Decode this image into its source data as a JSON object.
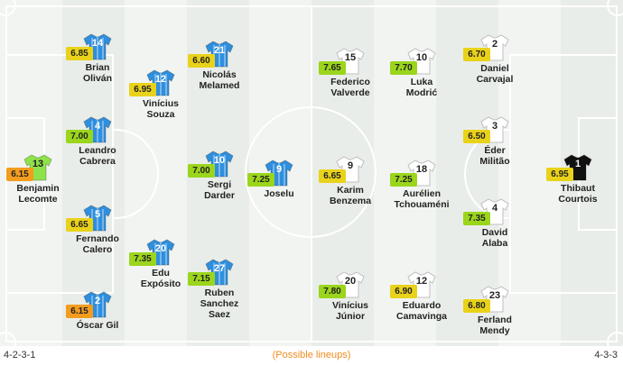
{
  "footer": {
    "formation_home": "4-2-3-1",
    "formation_away": "4-3-3",
    "possible_lineups": "(Possible lineups)"
  },
  "colors": {
    "home_shirt": "#2f8fde",
    "home_gk_shirt": "#8fe34a",
    "away_shirt": "#ffffff",
    "away_gk_shirt": "#111111",
    "rating_green": "#9bd51c",
    "rating_yellow": "#e9d21a",
    "rating_orange": "#f39c1e"
  },
  "home_team": {
    "players": [
      {
        "number": "13",
        "name": "Benjamin\nLecomte",
        "rating": "6.15",
        "gk": true
      },
      {
        "number": "14",
        "name": "Brian\nOliván",
        "rating": "6.85"
      },
      {
        "number": "4",
        "name": "Leandro\nCabrera",
        "rating": "7.00"
      },
      {
        "number": "5",
        "name": "Fernando\nCalero",
        "rating": "6.65"
      },
      {
        "number": "2",
        "name": "Óscar Gil",
        "rating": "6.15"
      },
      {
        "number": "12",
        "name": "Vinícius\nSouza",
        "rating": "6.95"
      },
      {
        "number": "20",
        "name": "Edu\nExpósito",
        "rating": "7.35"
      },
      {
        "number": "21",
        "name": "Nicolás\nMelamed",
        "rating": "6.60"
      },
      {
        "number": "10",
        "name": "Sergi\nDarder",
        "rating": "7.00"
      },
      {
        "number": "27",
        "name": "Ruben\nSanchez\nSaez",
        "rating": "7.15"
      },
      {
        "number": "9",
        "name": "Joselu",
        "rating": "7.25"
      }
    ]
  },
  "away_team": {
    "players": [
      {
        "number": "9",
        "name": "Karim\nBenzema",
        "rating": "6.65"
      },
      {
        "number": "15",
        "name": "Federico\nValverde",
        "rating": "7.65"
      },
      {
        "number": "20",
        "name": "Vinícius\nJúnior",
        "rating": "7.80"
      },
      {
        "number": "10",
        "name": "Luka\nModrić",
        "rating": "7.70"
      },
      {
        "number": "18",
        "name": "Aurélien\nTchouaméni",
        "rating": "7.25"
      },
      {
        "number": "12",
        "name": "Eduardo\nCamavinga",
        "rating": "6.90"
      },
      {
        "number": "2",
        "name": "Daniel\nCarvajal",
        "rating": "6.70"
      },
      {
        "number": "3",
        "name": "Éder\nMilitão",
        "rating": "6.50"
      },
      {
        "number": "4",
        "name": "David\nAlaba",
        "rating": "7.35"
      },
      {
        "number": "23",
        "name": "Ferland\nMendy",
        "rating": "6.80"
      },
      {
        "number": "1",
        "name": "Thibaut\nCourtois",
        "rating": "6.95",
        "gk": true
      }
    ]
  }
}
